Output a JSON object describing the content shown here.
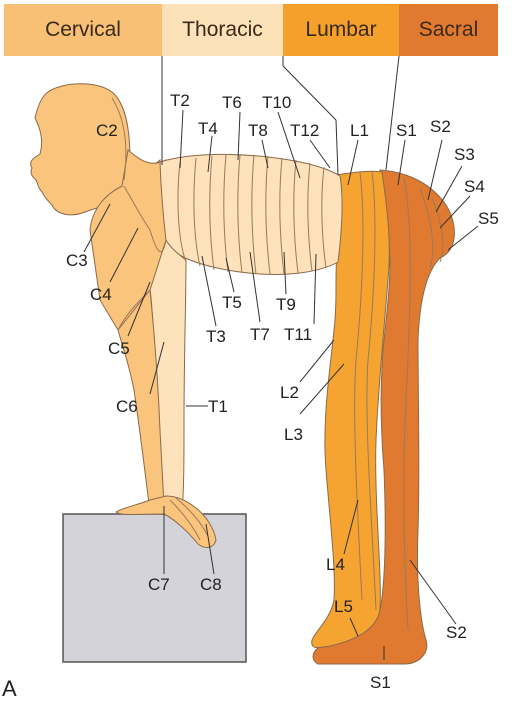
{
  "legend": {
    "cervical": {
      "label": "Cervical",
      "color": "#f8c074"
    },
    "thoracic": {
      "label": "Thoracic",
      "color": "#fde1b8"
    },
    "lumbar": {
      "label": "Lumbar",
      "color": "#f4a02a"
    },
    "sacral": {
      "label": "Sacral",
      "color": "#e07a30"
    }
  },
  "colors": {
    "cervical": "#fbc47c",
    "thoracic": "#fde2bb",
    "lumbar": "#f5a432",
    "sacral": "#e07a30",
    "outline": "#8a6a4a",
    "box": "#d4d3da"
  },
  "dermatomes": {
    "C2": "C2",
    "C3": "C3",
    "C4": "C4",
    "C5": "C5",
    "C6": "C6",
    "C7": "C7",
    "C8": "C8",
    "T1": "T1",
    "T2": "T2",
    "T3": "T3",
    "T4": "T4",
    "T5": "T5",
    "T6": "T6",
    "T7": "T7",
    "T8": "T8",
    "T9": "T9",
    "T10": "T10",
    "T11": "T11",
    "T12": "T12",
    "L1": "L1",
    "L2": "L2",
    "L3": "L3",
    "L4": "L4",
    "L5": "L5",
    "S1": "S1",
    "S2": "S2",
    "S3": "S3",
    "S4": "S4",
    "S5": "S5",
    "S1b": "S1",
    "S2b": "S2"
  },
  "figure_label": "A"
}
